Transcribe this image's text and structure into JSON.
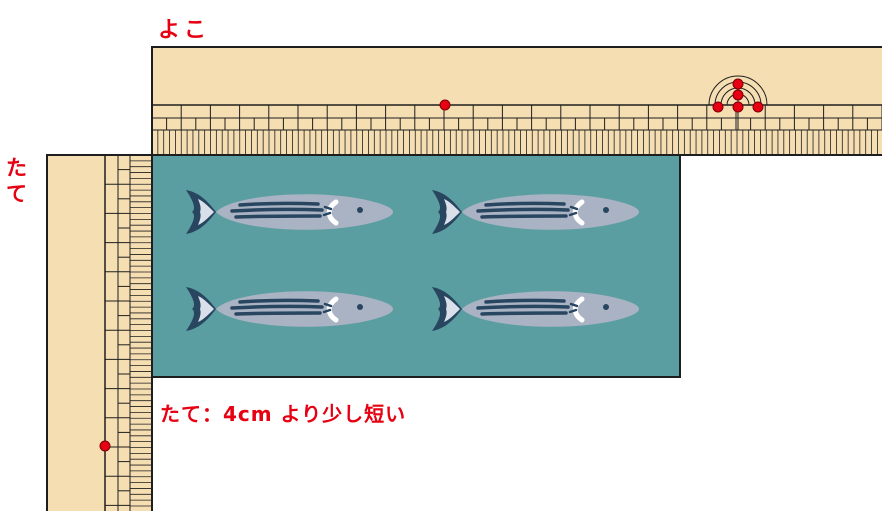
{
  "labels": {
    "horizontal": "よこ",
    "vertical": "たて",
    "caption": "たて：4cm より少し短い"
  },
  "colors": {
    "ruler": "#f6deb3",
    "ruler_line": "#1e1e1e",
    "fabric": "#5b9ea1",
    "fish_body": "#a9b3c3",
    "fish_dark": "#284660",
    "marker": "#e60012",
    "text": "#e60012"
  },
  "fabric": {
    "fish_rows": 2,
    "fish_columns": 2
  },
  "icons": [
    "fish-icon",
    "ruler-mark-icon"
  ]
}
